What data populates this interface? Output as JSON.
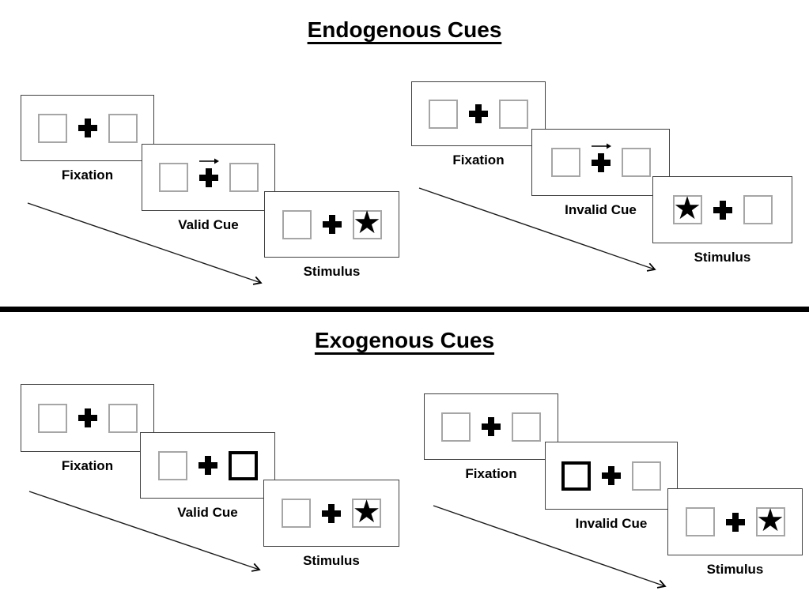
{
  "sections": [
    {
      "title": "Endogenous Cues",
      "groups": [
        {
          "name": "valid-trial",
          "cue_style": "central-arrow-over-fixation",
          "panels": [
            {
              "label": "Fixation",
              "left_box": "empty",
              "center": "fixation-cross",
              "right_box": "empty"
            },
            {
              "label": "Valid Cue",
              "left_box": "empty",
              "center": "fixation-cross-with-right-arrow",
              "right_box": "empty"
            },
            {
              "label": "Stimulus",
              "left_box": "empty",
              "center": "fixation-cross",
              "right_box": "star"
            }
          ]
        },
        {
          "name": "invalid-trial",
          "cue_style": "central-arrow-over-fixation",
          "panels": [
            {
              "label": "Fixation",
              "left_box": "empty",
              "center": "fixation-cross",
              "right_box": "empty"
            },
            {
              "label": "Invalid Cue",
              "left_box": "empty",
              "center": "fixation-cross-with-right-arrow",
              "right_box": "empty"
            },
            {
              "label": "Stimulus",
              "left_box": "star",
              "center": "fixation-cross",
              "right_box": "empty"
            }
          ]
        }
      ]
    },
    {
      "title": "Exogenous Cues",
      "groups": [
        {
          "name": "valid-trial",
          "cue_style": "peripheral-box-highlight",
          "panels": [
            {
              "label": "Fixation",
              "left_box": "empty",
              "center": "fixation-cross",
              "right_box": "empty"
            },
            {
              "label": "Valid Cue",
              "left_box": "empty",
              "center": "fixation-cross",
              "right_box": "highlighted"
            },
            {
              "label": "Stimulus",
              "left_box": "empty",
              "center": "fixation-cross",
              "right_box": "star"
            }
          ]
        },
        {
          "name": "invalid-trial",
          "cue_style": "peripheral-box-highlight",
          "panels": [
            {
              "label": "Fixation",
              "left_box": "empty",
              "center": "fixation-cross",
              "right_box": "empty"
            },
            {
              "label": "Invalid Cue",
              "left_box": "highlighted",
              "center": "fixation-cross",
              "right_box": "empty"
            },
            {
              "label": "Stimulus",
              "left_box": "empty",
              "center": "fixation-cross",
              "right_box": "star"
            }
          ]
        }
      ]
    }
  ],
  "symbols": {
    "star": "★"
  },
  "colors": {
    "ink": "#000000",
    "panel_border": "#404040",
    "placeholder_box_border": "#a6a6a6",
    "highlight_box_border": "#000000",
    "divider": "#000000",
    "background": "#ffffff"
  }
}
